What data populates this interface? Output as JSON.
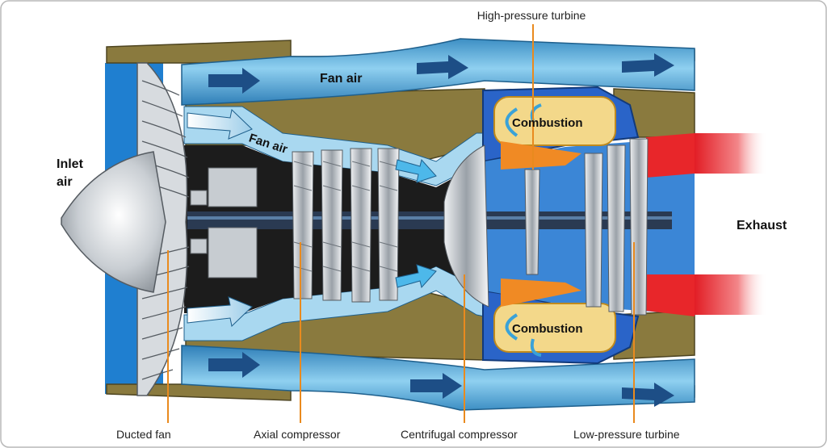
{
  "labels": {
    "inlet_line1": "Inlet",
    "inlet_line2": "air",
    "fan_air_top": "Fan air",
    "fan_air_core": "Fan air",
    "combustion_top": "Combustion",
    "combustion_bottom": "Combustion",
    "exhaust": "Exhaust",
    "high_pressure_turbine": "High-pressure turbine",
    "ducted_fan": "Ducted fan",
    "axial_compressor": "Axial compressor",
    "centrifugal_compressor": "Centrifugal compressor",
    "low_pressure_turbine": "Low-pressure turbine"
  },
  "colors": {
    "duct_blue": "#5fb3dc",
    "duct_light": "#a9d8f0",
    "casing_olive": "#8a7a3e",
    "inlet_blue": "#1f7fd0",
    "spinner_silver": "#d4d8dc",
    "core_dark": "#1c1c1c",
    "combustion_yellow": "#f3d88a",
    "exhaust_red": "#e8262a",
    "orange_hot": "#f08a24",
    "leader_orange": "#e98a1e",
    "arrow_navy": "#1d4e86"
  }
}
